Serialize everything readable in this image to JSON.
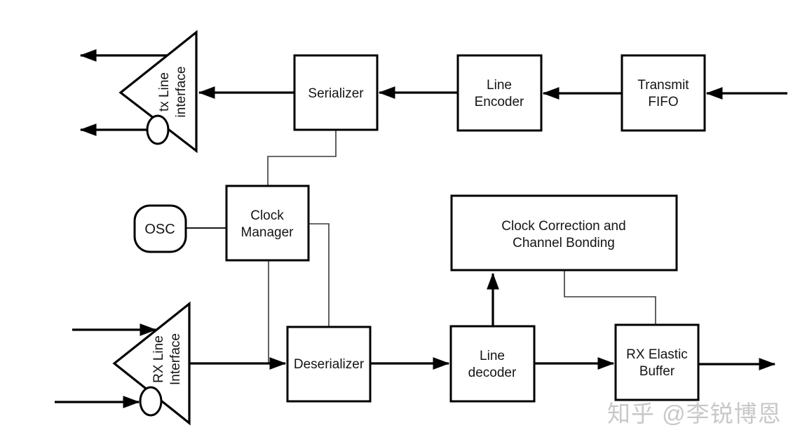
{
  "colors": {
    "background": "#ffffff",
    "line": "#000000",
    "thin_line": "#3a3a3a",
    "watermark": "#c8c8c8"
  },
  "blocks": {
    "serializer": {
      "label": "Serializer"
    },
    "line_encoder": {
      "line1": "Line",
      "line2": "Encoder"
    },
    "transmit_fifo": {
      "line1": "Transmit",
      "line2": "FIFO"
    },
    "clock_manager": {
      "line1": "Clock",
      "line2": "Manager"
    },
    "osc": {
      "label": "OSC"
    },
    "clock_correction": {
      "line1": "Clock Correction and",
      "line2": "Channel Bonding"
    },
    "deserializer": {
      "label": "Deserializer"
    },
    "line_decoder": {
      "line1": "Line",
      "line2": "decoder"
    },
    "rx_elastic_buffer": {
      "line1": "RX Elastic",
      "line2": "Buffer"
    },
    "tx_line_interface": {
      "line1": "tx Line",
      "line2": "interface"
    },
    "rx_line_interface": {
      "line1": "RX Line",
      "line2": "Interface"
    }
  },
  "watermark": {
    "text": "知乎 @李锐博恩"
  }
}
